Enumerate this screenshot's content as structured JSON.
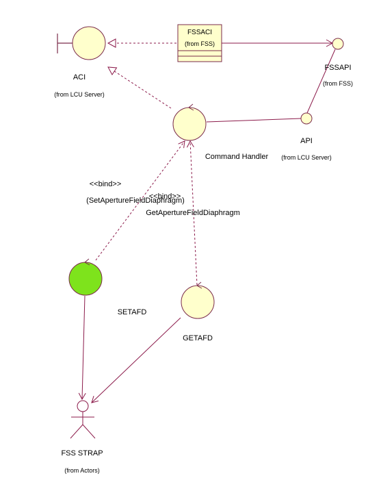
{
  "colors": {
    "line": "#8b1a4a",
    "node_fill": "#ffffcc",
    "node_stroke": "#7a2a4a",
    "active_fill": "#7ee31c",
    "text": "#000000"
  },
  "nodes": {
    "aci": {
      "name": "ACI",
      "origin": "(from LCU Server)",
      "kind": "boundary"
    },
    "fssaci": {
      "name": "FSSACI",
      "origin": "(from FSS)",
      "kind": "class"
    },
    "fssapi": {
      "name": "FSSAPI",
      "origin": "(from FSS)",
      "kind": "interface"
    },
    "command_handler": {
      "name": "Command Handler",
      "kind": "control"
    },
    "api": {
      "name": "API",
      "origin": "(from LCU Server)",
      "kind": "interface"
    },
    "setafd": {
      "name": "SETAFD",
      "kind": "control",
      "highlighted": true
    },
    "getafd": {
      "name": "GETAFD",
      "kind": "control"
    },
    "fss_strap": {
      "name": "FSS STRAP",
      "origin": "(from Actors)",
      "kind": "actor"
    }
  },
  "relations": {
    "bind_set": {
      "stereotype": "<<bind>>",
      "label": "(SetApertureFieldDiaphragm)"
    },
    "bind_get": {
      "stereotype": "<<bind>>",
      "label": "GetApertureFieldDiaphragm"
    }
  }
}
